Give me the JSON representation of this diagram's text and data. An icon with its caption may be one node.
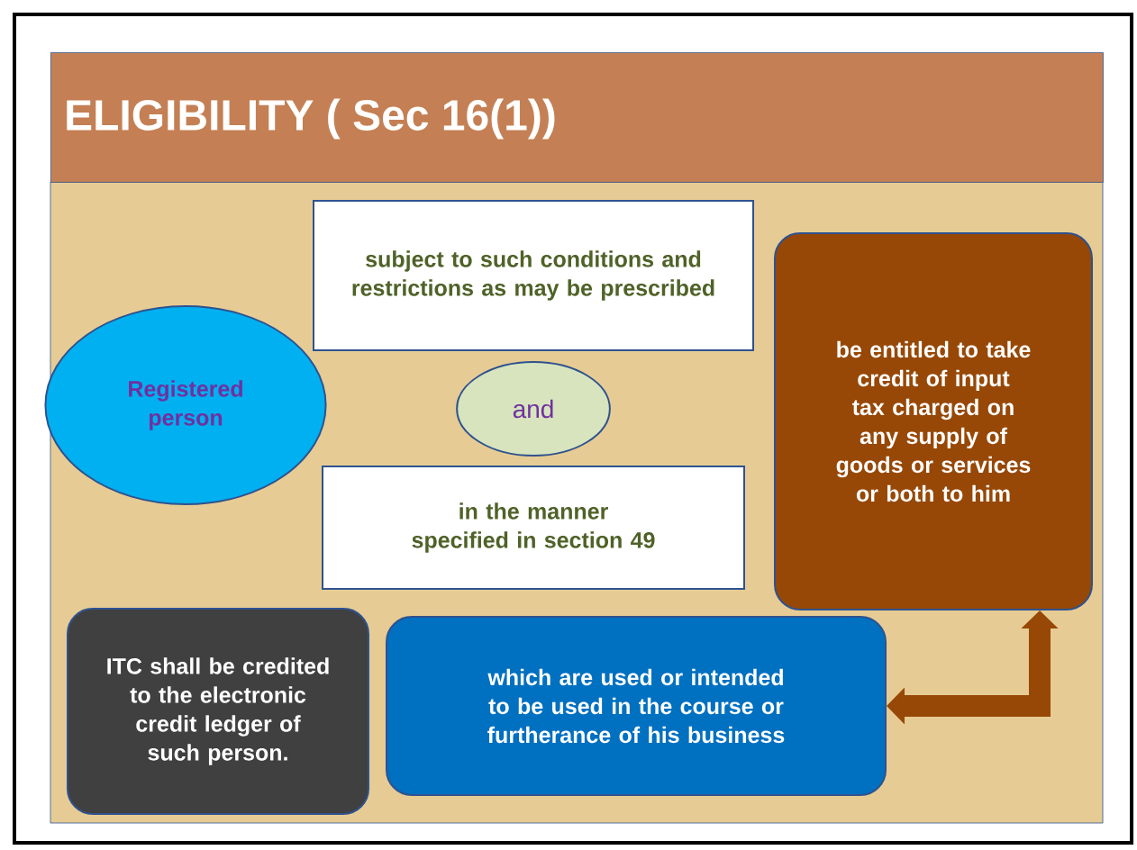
{
  "diagram": {
    "title": "ELIGIBILITY ( Sec 16(1))",
    "nodes": [
      {
        "text": [
          "Registered person"
        ]
      },
      {
        "text": [
          "subject to such conditions and restrictions as may be prescribed"
        ]
      },
      {
        "text": [
          "and"
        ]
      },
      {
        "text": [
          "in the manner specified in section 49"
        ]
      },
      {
        "text": [
          "be entitled to take credit of input tax charged on any supply of goods or services or both to him"
        ]
      },
      {
        "text": [
          "ITC shall be credited to the electronic credit ledger of such person."
        ]
      },
      {
        "text": [
          "which are used or intended to be used in the course or furtherance of his business"
        ]
      }
    ],
    "edges": [
      {
        "from": 4,
        "to": 6,
        "arrow": "both"
      }
    ]
  }
}
